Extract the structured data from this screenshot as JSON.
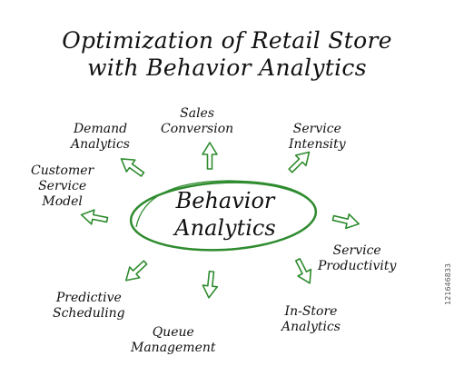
{
  "title": {
    "line1": "Optimization of  Retail Store",
    "line2": "with Behavior Analytics"
  },
  "center": {
    "line1": "Behavior",
    "line2": "Analytics"
  },
  "nodes": {
    "demand": {
      "line1": "Demand",
      "line2": "Analytics"
    },
    "sales": {
      "line1": "Sales",
      "line2": "Conversion"
    },
    "service_intensity": {
      "line1": "Service",
      "line2": "Intensity"
    },
    "customer_service": {
      "line1": "Customer",
      "line2": "Service",
      "line3": "Model"
    },
    "service_productivity": {
      "line1": "Service",
      "line2": "Productivity"
    },
    "predictive": {
      "line1": "Predictive",
      "line2": "Scheduling"
    },
    "queue": {
      "line1": "Queue",
      "line2": "Management"
    },
    "instore": {
      "line1": "In-Store",
      "line2": "Analytics"
    }
  },
  "stock_id": "121646833",
  "colors": {
    "accent_green": "#2e8b2e",
    "text": "#111111"
  }
}
